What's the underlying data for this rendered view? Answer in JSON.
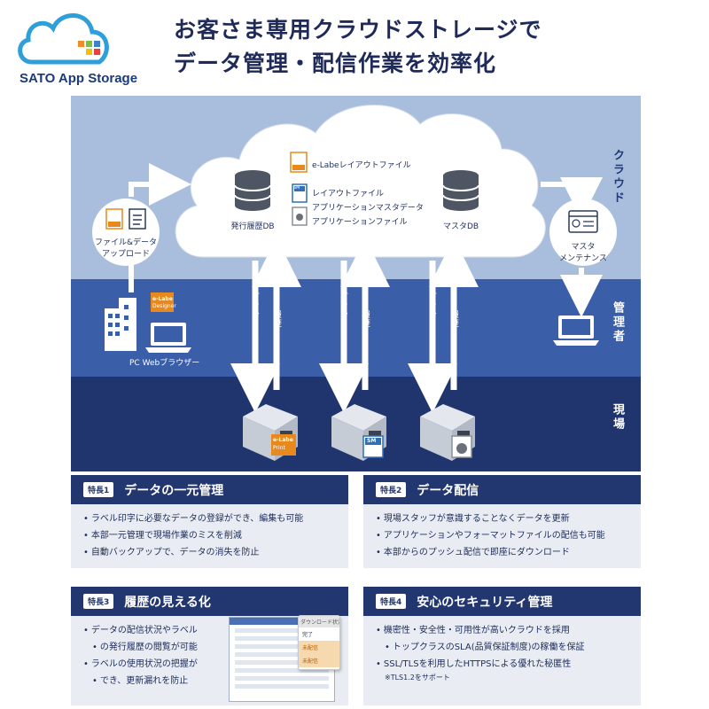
{
  "logo": {
    "text": "SATO App Storage"
  },
  "headline": {
    "line1": "お客さま専用クラウドストレージで",
    "line2": "データ管理・配信作業を効率化"
  },
  "bands": {
    "cloud": "クラウド",
    "manager": "管理者",
    "field": "現場"
  },
  "cloud": {
    "issue_db": "発行履歴DB",
    "master_db": "マスタDB",
    "files": [
      "e-Labeレイアウトファイル",
      "レイアウトファイル",
      "アプリケーションマスタデータ",
      "アプリケーションファイル"
    ]
  },
  "upload": {
    "line1": "ファイル&データ",
    "line2": "アップロード"
  },
  "maintenance": {
    "line1": "マスタ",
    "line2": "メンテナンス"
  },
  "browser": "PC Webブラウザー",
  "arrows": {
    "download": "ダウンロード",
    "history": "履歴"
  },
  "app_icons": {
    "elabe": "e-Labe",
    "designer": "Designer",
    "print": "Print",
    "sm": "SM"
  },
  "features": [
    {
      "badge": "特長1",
      "title": "データの一元管理",
      "items": [
        "ラベル印字に必要なデータの登録ができ、編集も可能",
        "本部一元管理で現場作業のミスを削減",
        "自動バックアップで、データの消失を防止"
      ]
    },
    {
      "badge": "特長2",
      "title": "データ配信",
      "items": [
        "現場スタッフが意識することなくデータを更新",
        "アプリケーションやフォーマットファイルの配信も可能",
        "本部からのプッシュ配信で即座にダウンロード"
      ]
    },
    {
      "badge": "特長3",
      "title": "履歴の見える化",
      "items": [
        "データの配信状況やラベル",
        "の発行履歴の閲覧が可能",
        "ラベルの使用状況の把握が",
        "でき、更新漏れを防止"
      ]
    },
    {
      "badge": "特長4",
      "title": "安心のセキュリティ管理",
      "items": [
        "機密性・安全性・可用性が高いクラウドを採用",
        "トップクラスのSLA(品質保証制度)の稼働を保証",
        "SSL/TLSを利用したHTTPSによる優れた秘匿性"
      ],
      "note": "※TLS1.2をサポート"
    }
  ],
  "popup": {
    "header": "ダウンロード状況",
    "items": [
      "完了",
      "未配信",
      "未配信"
    ]
  }
}
